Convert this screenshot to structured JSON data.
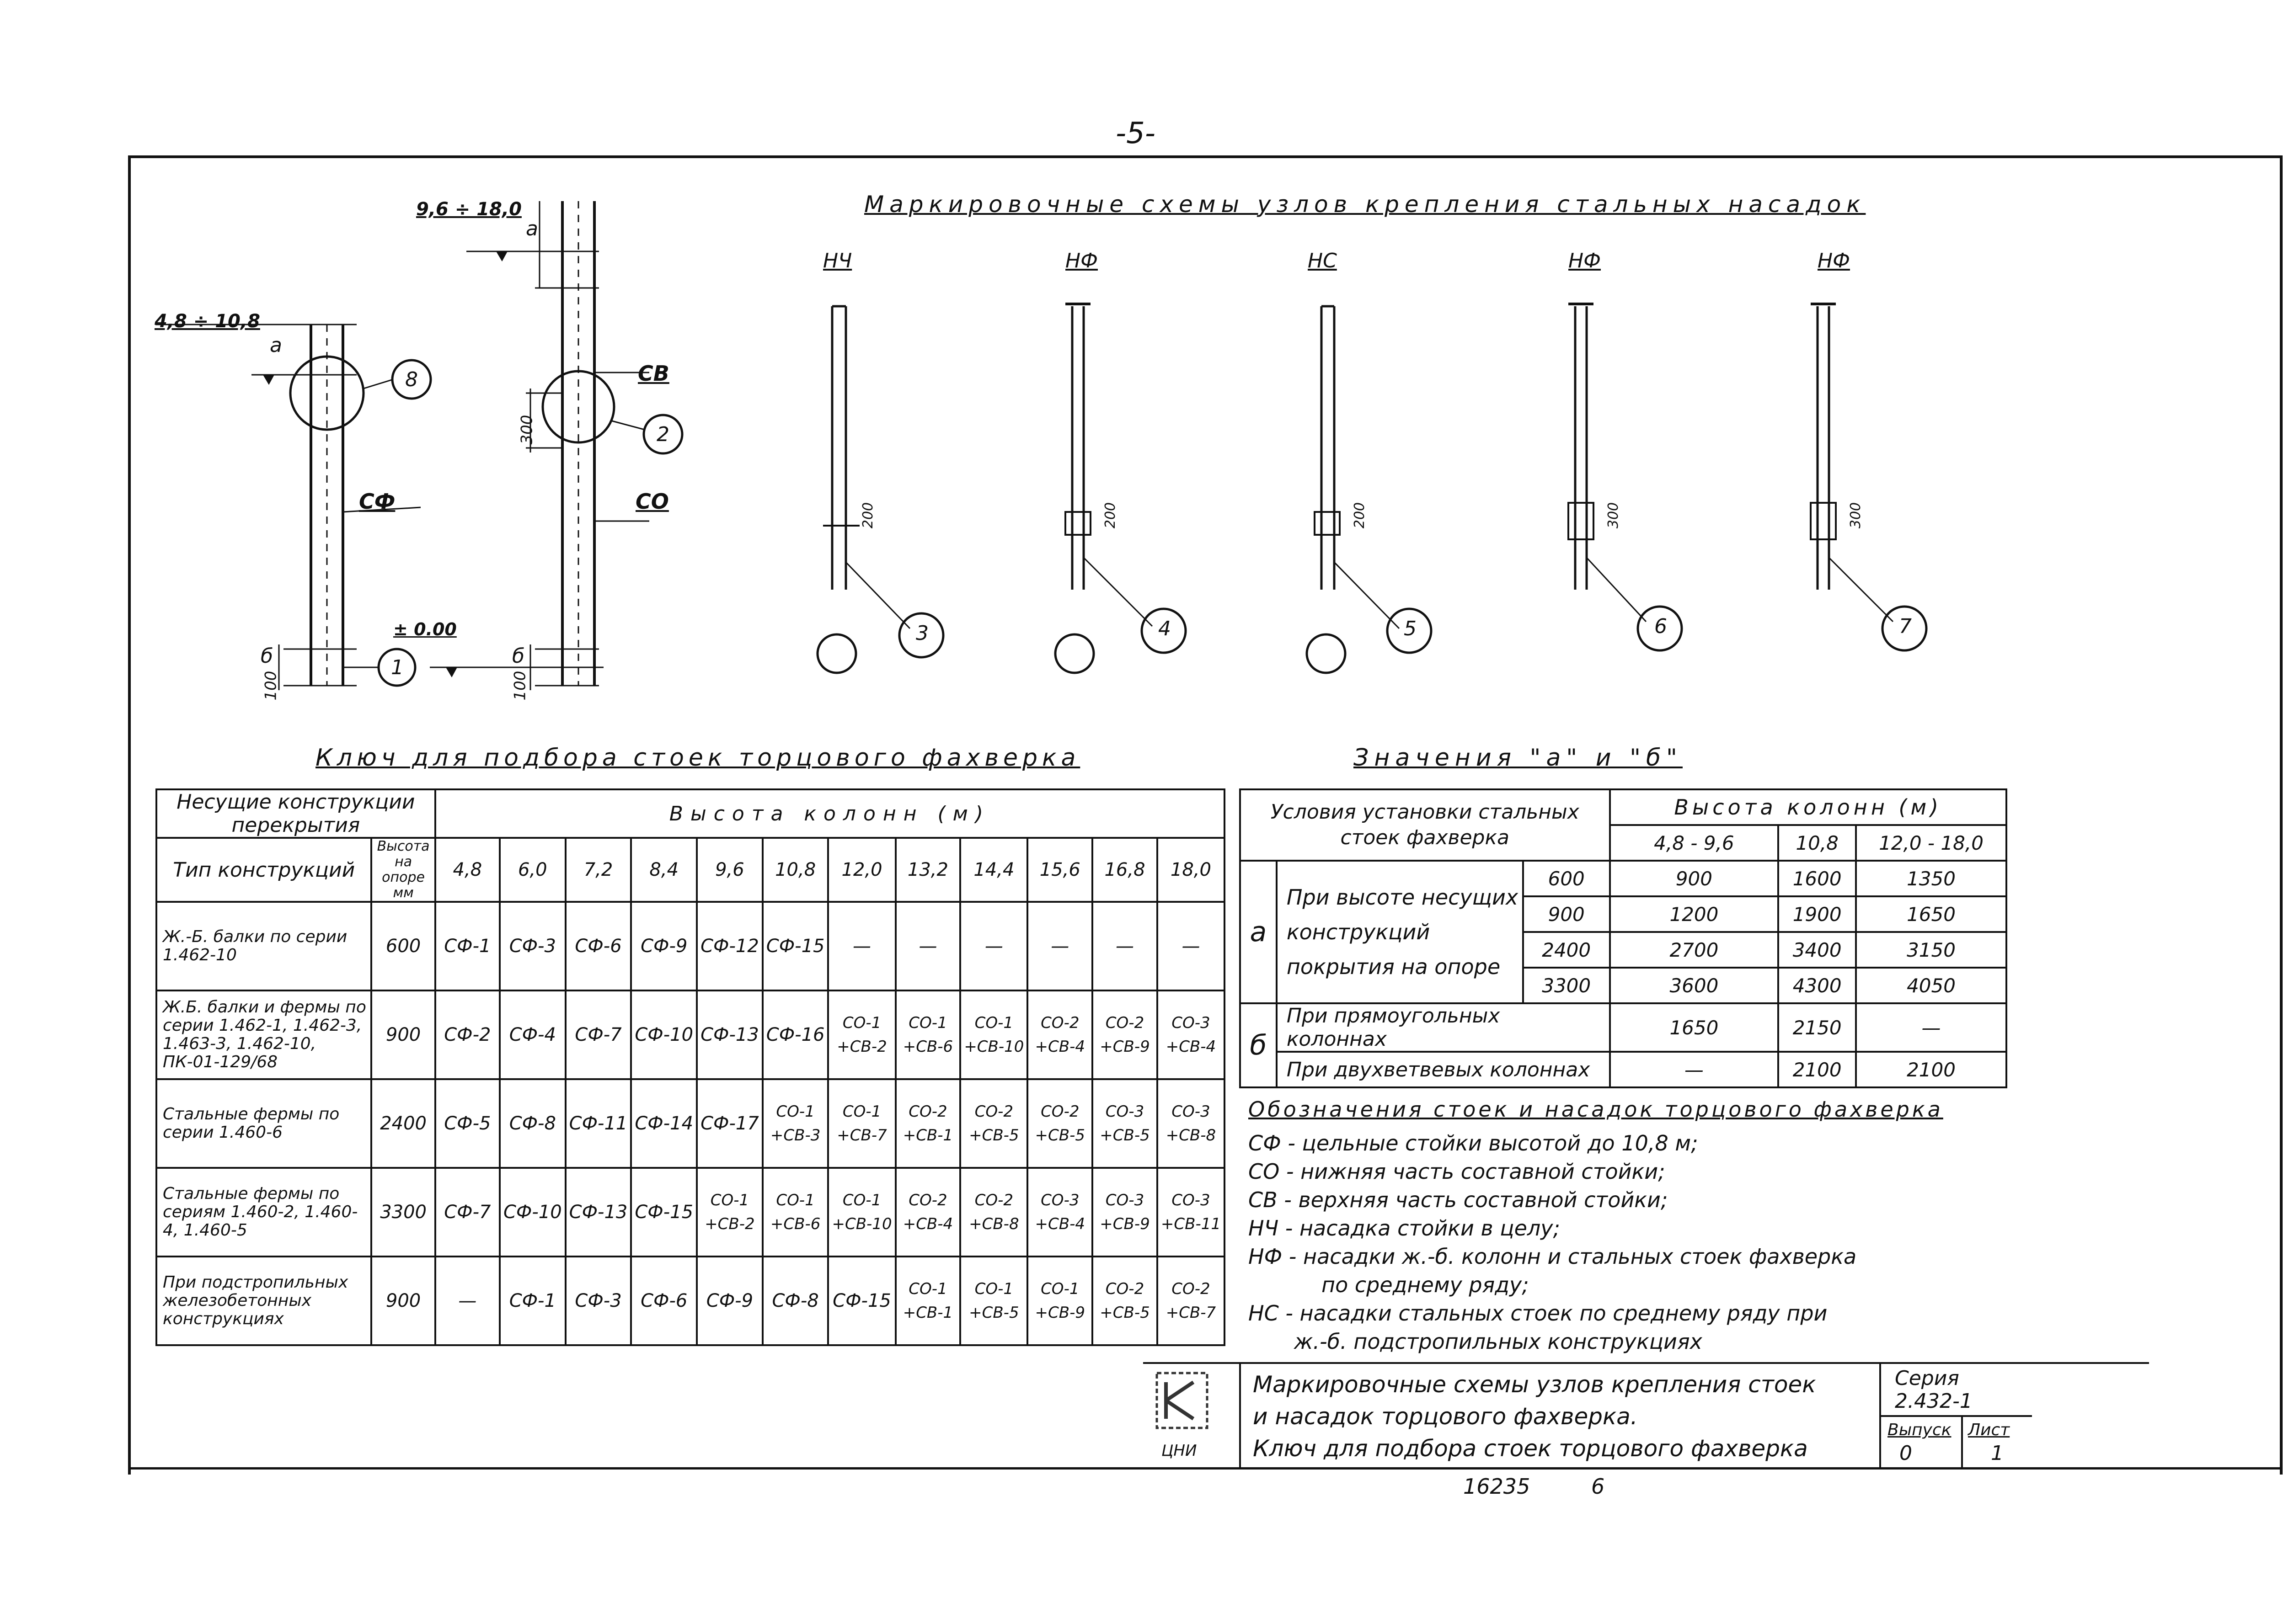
{
  "page_number": "-5-",
  "schemes": {
    "title": "Маркировочные схемы узлов крепления стальных насадок",
    "dim_left_top": "4,8 ÷ 10,8",
    "dim_right_top": "9,6 ÷ 18,0",
    "label_a": "а",
    "label_b": "б",
    "zero_mark": "± 0.00",
    "dim_100": "100",
    "dim_300": "300",
    "elements": {
      "sf": "СФ",
      "sv": "СВ",
      "so": "СО"
    },
    "callouts": [
      "1",
      "2",
      "3",
      "4",
      "5",
      "6",
      "7",
      "8"
    ],
    "nodes": [
      {
        "label": "НЧ",
        "dim": "200",
        "callout": "3"
      },
      {
        "label": "НФ",
        "dim": "200",
        "callout": "4"
      },
      {
        "label": "НС",
        "dim": "200",
        "callout": "5"
      },
      {
        "label": "НФ",
        "dim": "300",
        "callout": "6"
      },
      {
        "label": "НФ",
        "dim": "300",
        "callout": "7"
      }
    ]
  },
  "key_table": {
    "title": "Ключ для подбора стоек торцового фахверка",
    "head_structures": "Несущие конструкции перекрытия",
    "head_heights": "Высота колонн (м)",
    "head_type": "Тип конструкций",
    "head_support": "Высота на опоре мм",
    "heights": [
      "4,8",
      "6,0",
      "7,2",
      "8,4",
      "9,6",
      "10,8",
      "12,0",
      "13,2",
      "14,4",
      "15,6",
      "16,8",
      "18,0"
    ],
    "rows": [
      {
        "name": "Ж.-Б. балки по серии 1.462-10",
        "support": "600",
        "cells": [
          [
            "СФ-1"
          ],
          [
            "СФ-3"
          ],
          [
            "СФ-6"
          ],
          [
            "СФ-9"
          ],
          [
            "СФ-12"
          ],
          [
            "СФ-15"
          ],
          [
            "—"
          ],
          [
            "—"
          ],
          [
            "—"
          ],
          [
            "—"
          ],
          [
            "—"
          ],
          [
            "—"
          ]
        ]
      },
      {
        "name": "Ж.Б. балки и фермы по серии 1.462-1, 1.462-3, 1.463-3, 1.462-10, ПК-01-129/68",
        "support": "900",
        "cells": [
          [
            "СФ-2"
          ],
          [
            "СФ-4"
          ],
          [
            "СФ-7"
          ],
          [
            "СФ-10"
          ],
          [
            "СФ-13"
          ],
          [
            "СФ-16"
          ],
          [
            "СО-1",
            "+СВ-2"
          ],
          [
            "СО-1",
            "+СВ-6"
          ],
          [
            "СО-1",
            "+СВ-10"
          ],
          [
            "СО-2",
            "+СВ-4"
          ],
          [
            "СО-2",
            "+СВ-9"
          ],
          [
            "СО-3",
            "+СВ-4"
          ]
        ]
      },
      {
        "name": "Стальные фермы по серии 1.460-6",
        "support": "2400",
        "cells": [
          [
            "СФ-5"
          ],
          [
            "СФ-8"
          ],
          [
            "СФ-11"
          ],
          [
            "СФ-14"
          ],
          [
            "СФ-17"
          ],
          [
            "СО-1",
            "+СВ-3"
          ],
          [
            "СО-1",
            "+СВ-7"
          ],
          [
            "СО-2",
            "+СВ-1"
          ],
          [
            "СО-2",
            "+СВ-5"
          ],
          [
            "СО-2",
            "+СВ-5"
          ],
          [
            "СО-3",
            "+СВ-5"
          ],
          [
            "СО-3",
            "+СВ-8"
          ]
        ]
      },
      {
        "name": "Стальные фермы по сериям 1.460-2, 1.460-4, 1.460-5",
        "support": "3300",
        "cells": [
          [
            "СФ-7"
          ],
          [
            "СФ-10"
          ],
          [
            "СФ-13"
          ],
          [
            "СФ-15"
          ],
          [
            "СО-1",
            "+СВ-2"
          ],
          [
            "СО-1",
            "+СВ-6"
          ],
          [
            "СО-1",
            "+СВ-10"
          ],
          [
            "СО-2",
            "+СВ-4"
          ],
          [
            "СО-2",
            "+СВ-8"
          ],
          [
            "СО-3",
            "+СВ-4"
          ],
          [
            "СО-3",
            "+СВ-9"
          ],
          [
            "СО-3",
            "+СВ-11"
          ]
        ]
      },
      {
        "name": "При подстропильных железобетонных конструкциях",
        "support": "900",
        "cells": [
          [
            "—"
          ],
          [
            "СФ-1"
          ],
          [
            "СФ-3"
          ],
          [
            "СФ-6"
          ],
          [
            "СФ-9"
          ],
          [
            "СФ-8"
          ],
          [
            "СФ-15"
          ],
          [
            "СО-1",
            "+СВ-1"
          ],
          [
            "СО-1",
            "+СВ-5"
          ],
          [
            "СО-1",
            "+СВ-9"
          ],
          [
            "СО-2",
            "+СВ-5"
          ],
          [
            "СО-2",
            "+СВ-7"
          ]
        ]
      }
    ]
  },
  "ab_table": {
    "title": "Значения \"а\" и \"б\"",
    "head_conditions": "Условия установки стальных стоек фахверка",
    "head_heights": "Высота колонн (м)",
    "height_groups": [
      "4,8 - 9,6",
      "10,8",
      "12,0 - 18,0"
    ],
    "a_label": "а",
    "b_label": "б",
    "a_condition": "При высоте несущих конструкций покрытия на опоре",
    "a_rows": [
      {
        "support": "600",
        "values": [
          "900",
          "1600",
          "1350"
        ]
      },
      {
        "support": "900",
        "values": [
          "1200",
          "1900",
          "1650"
        ]
      },
      {
        "support": "2400",
        "values": [
          "2700",
          "3400",
          "3150"
        ]
      },
      {
        "support": "3300",
        "values": [
          "3600",
          "4300",
          "4050"
        ]
      }
    ],
    "b_rows": [
      {
        "condition": "При прямоугольных колоннах",
        "values": [
          "1650",
          "2150",
          "—"
        ]
      },
      {
        "condition": "При двухветвевых колоннах",
        "values": [
          "—",
          "2100",
          "2100"
        ]
      }
    ]
  },
  "legend": {
    "title": "Обозначения стоек и насадок торцового фахверка",
    "lines": [
      "СФ - цельные стойки высотой до 10,8 м;",
      "СО - нижняя часть составной стойки;",
      "СВ - верхняя часть составной стойки;",
      "НЧ - насадка стойки в целу;",
      "НФ - насадки ж.-б. колонн и стальных стоек фахверка",
      "по среднему ряду;",
      "НС - насадки стальных стоек по среднему ряду при",
      "ж.-б. подстропильных конструкциях"
    ]
  },
  "stamp": {
    "title_line1": "Маркировочные схемы узлов крепления стоек",
    "title_line2": "и насадок торцового фахверка.",
    "title_line3": "Ключ для подбора стоек торцового фахверка",
    "series_label": "Серия",
    "series_value": "2.432-1",
    "issue_label": "Выпуск",
    "issue_value": "0",
    "sheet_label": "Лист",
    "sheet_value": "1",
    "logo_text": "ЦНИ"
  },
  "footer": {
    "doc_number": "16235",
    "sheet_code": "6"
  }
}
